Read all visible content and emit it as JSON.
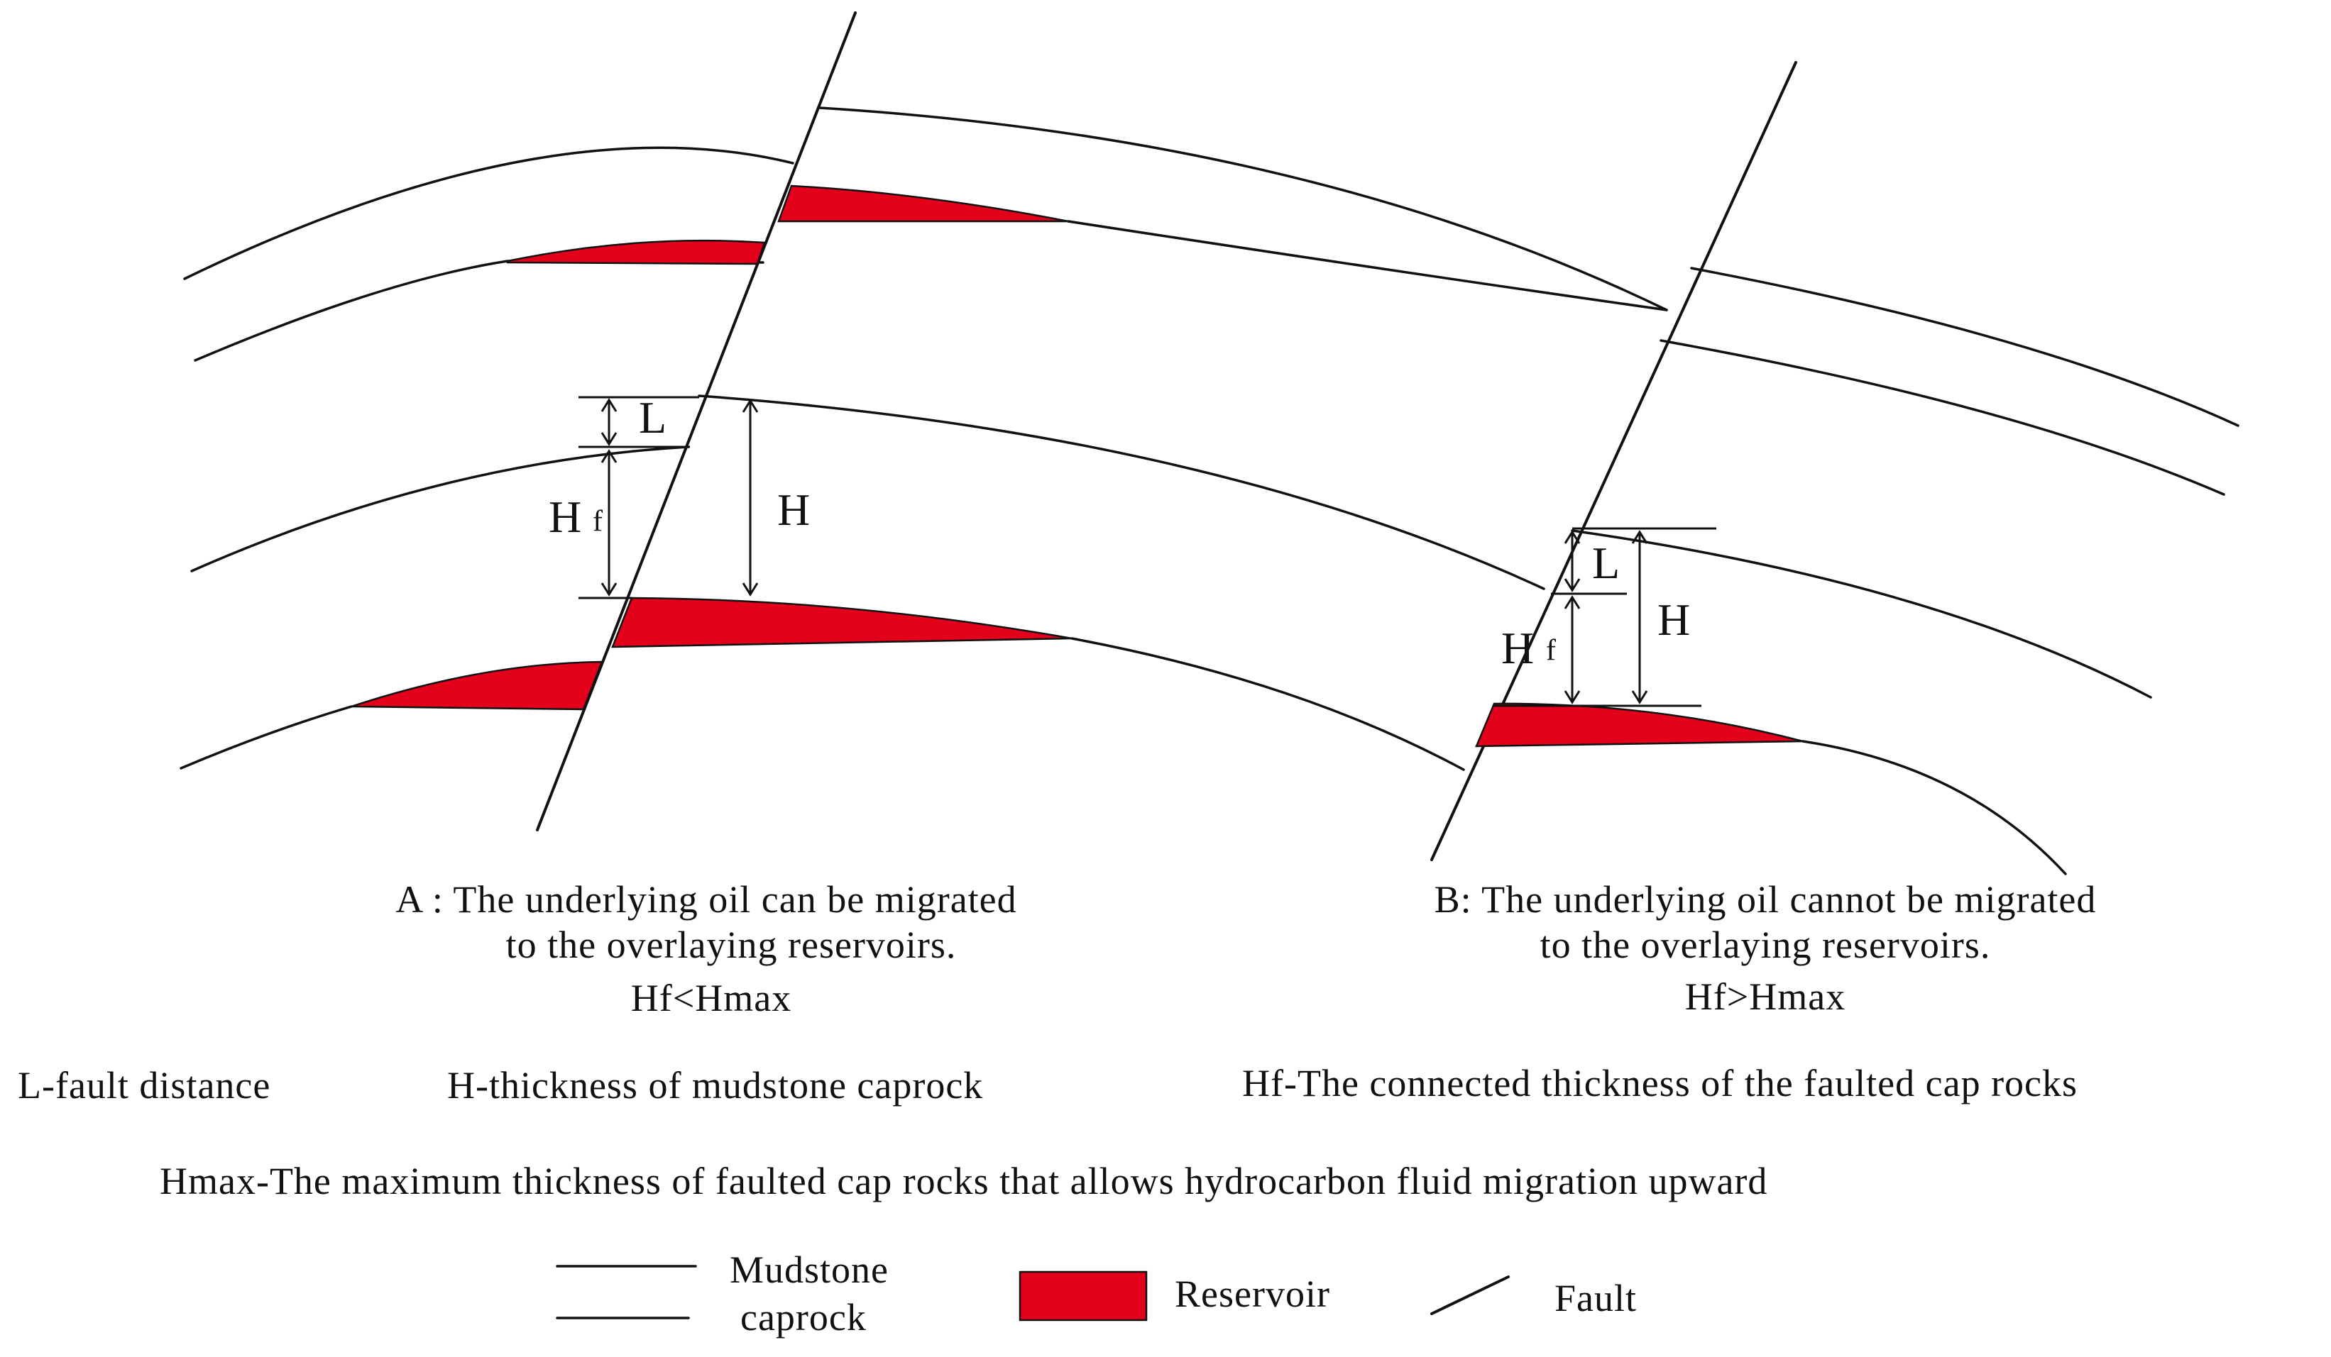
{
  "labels": {
    "A_L": "L",
    "A_H": "H",
    "A_Hf_main": "H",
    "A_Hf_sub": "f",
    "B_L": "L",
    "B_H": "H",
    "B_Hf_main": "H",
    "B_Hf_sub": "f"
  },
  "captions": {
    "A_line1": "A : The underlying oil can be migrated",
    "A_line2": "to the overlaying reservoirs.",
    "A_cond": "Hf<Hmax",
    "B_line1": "B: The underlying oil cannot be migrated",
    "B_line2": "to the overlaying reservoirs.",
    "B_cond": "Hf>Hmax"
  },
  "definitions": {
    "L": "L-fault distance",
    "H": "H-thickness of mudstone caprock",
    "Hf": "Hf-The connected thickness of the faulted cap rocks",
    "Hmax": "Hmax-The maximum thickness of faulted cap rocks that allows hydrocarbon fluid migration upward"
  },
  "legend": {
    "mudstone_line1": "Mudstone",
    "mudstone_line2": "caprock",
    "reservoir": "Reservoir",
    "fault": "Fault"
  },
  "colors": {
    "reservoir": "#e3001b",
    "line": "#111111"
  }
}
